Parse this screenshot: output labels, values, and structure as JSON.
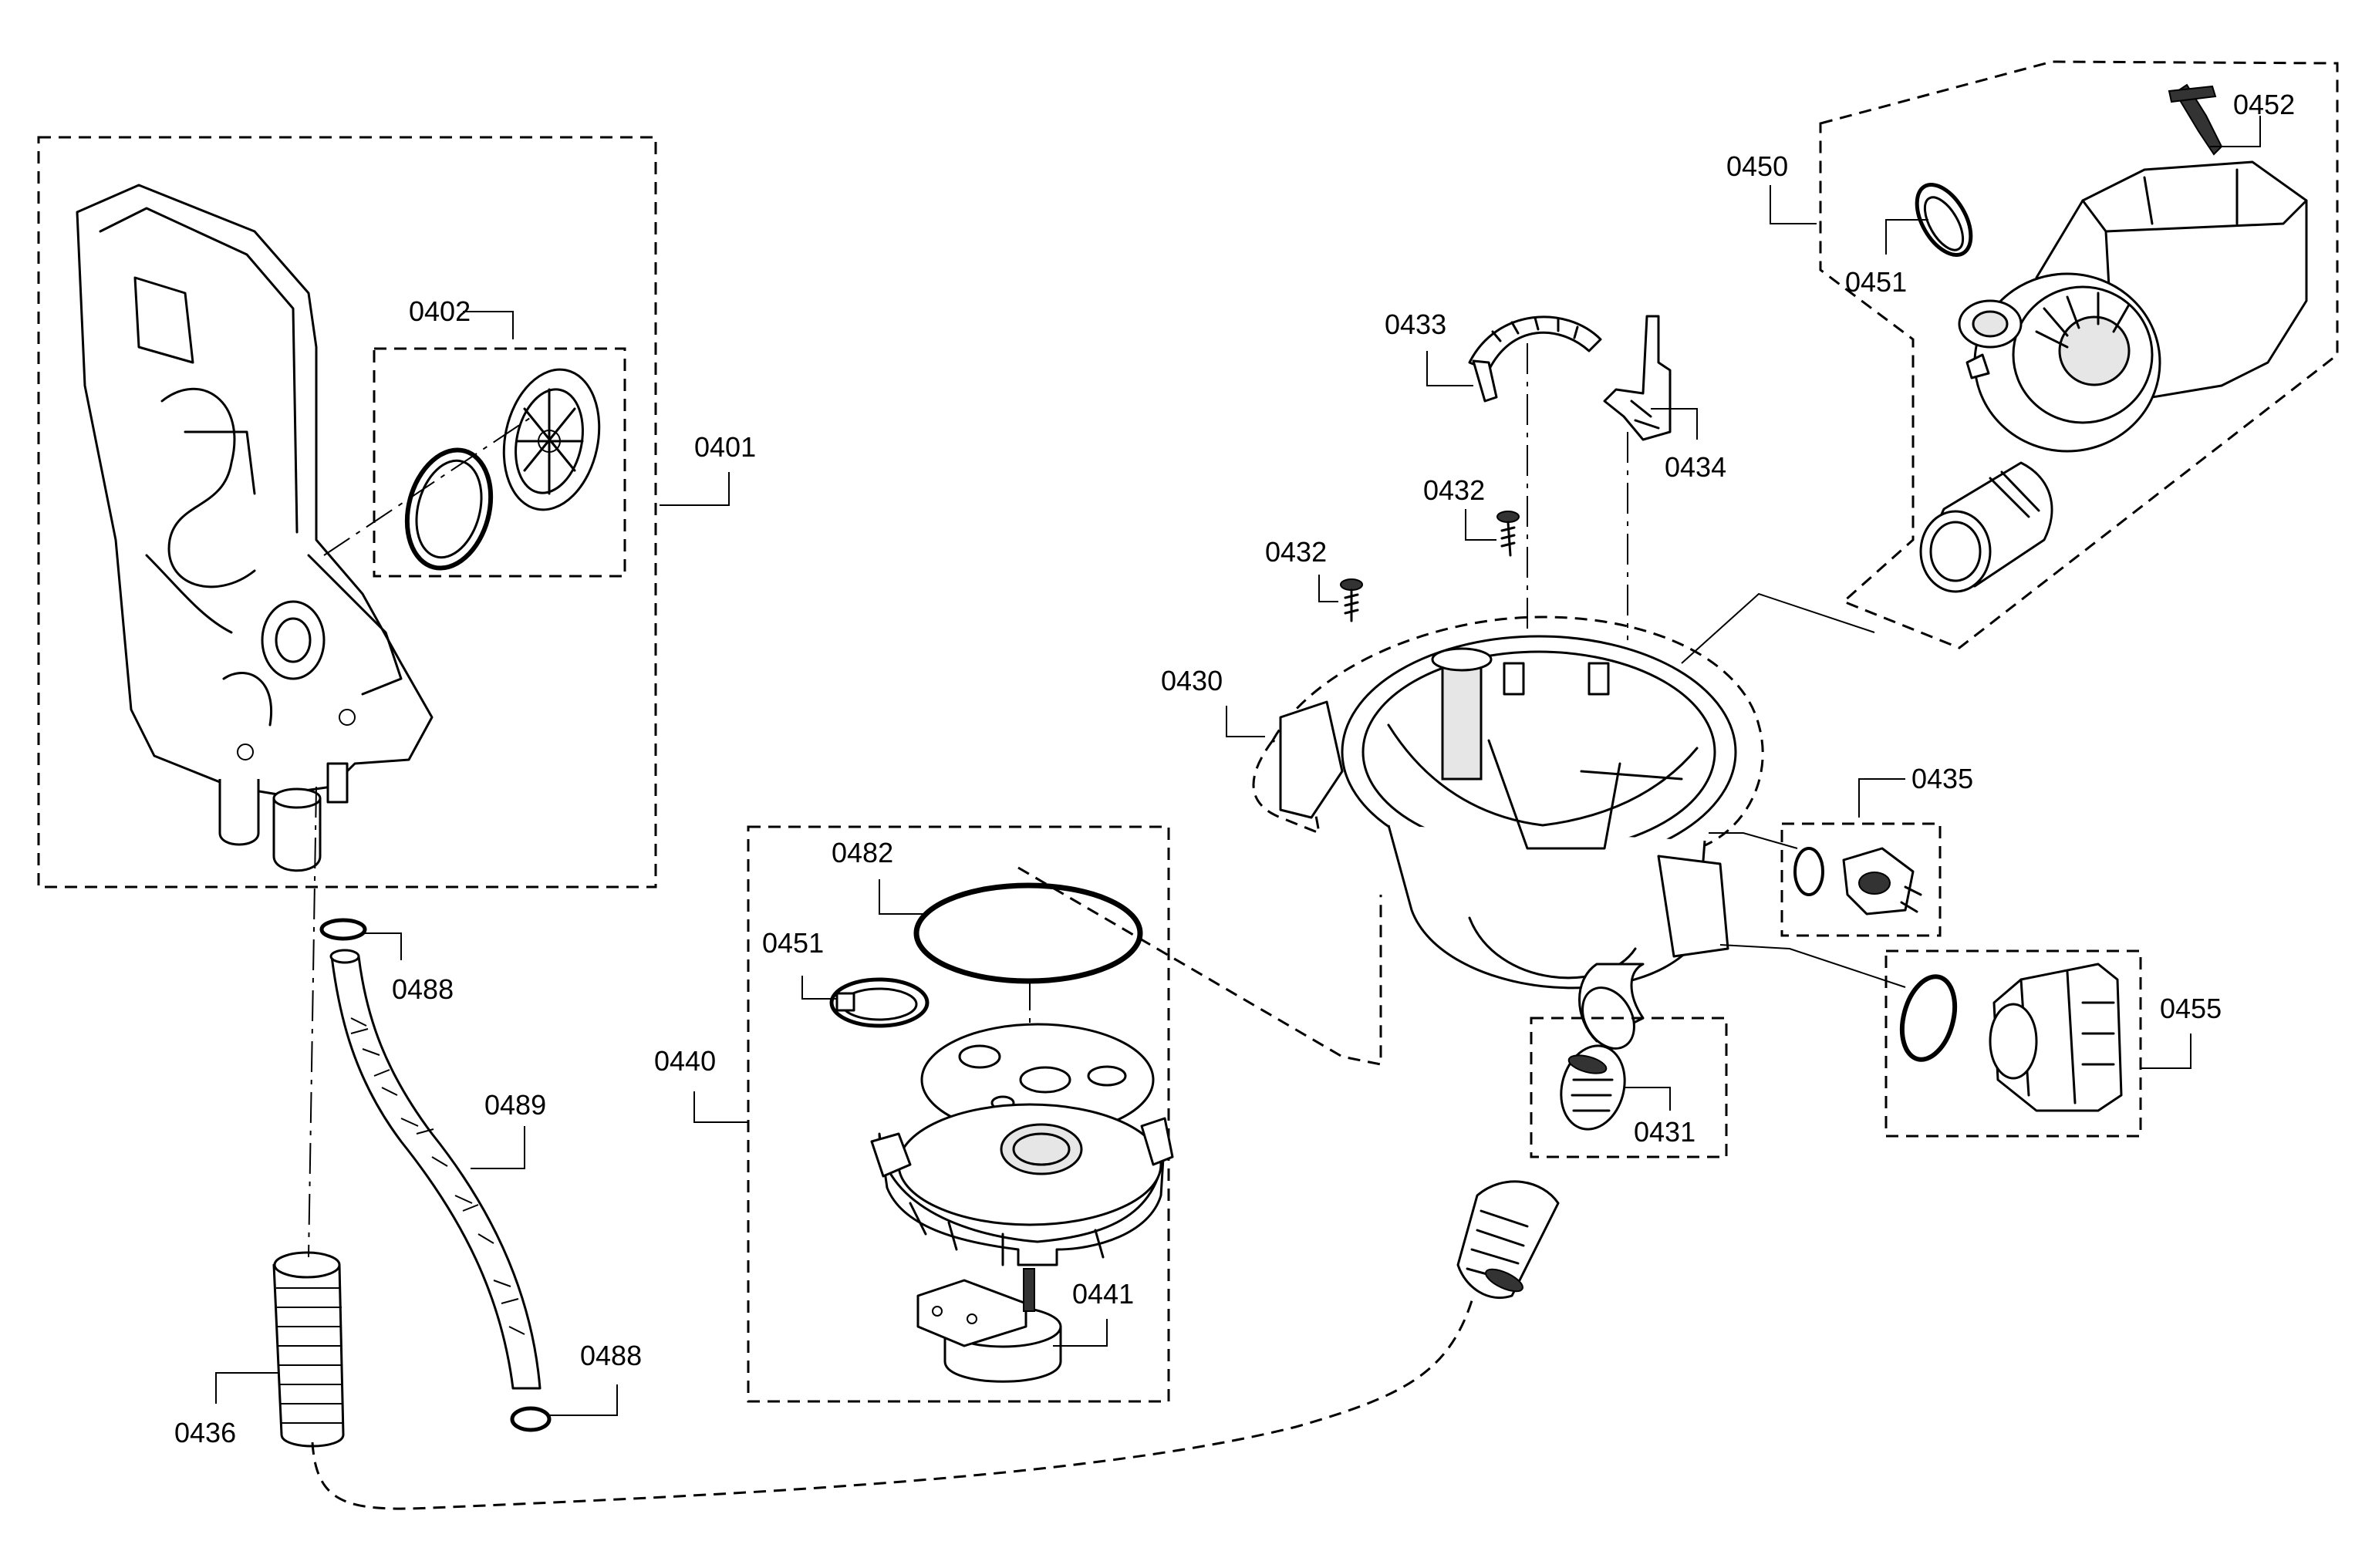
{
  "labels": {
    "p0401": "0401",
    "p0402": "0402",
    "p0488a": "0488",
    "p0488b": "0488",
    "p0489": "0489",
    "p0436": "0436",
    "p0440": "0440",
    "p0482": "0482",
    "p0451a": "0451",
    "p0441": "0441",
    "p0430": "0430",
    "p0432a": "0432",
    "p0432b": "0432",
    "p0433": "0433",
    "p0434": "0434",
    "p0431": "0431",
    "p0435": "0435",
    "p0455": "0455",
    "p0450": "0450",
    "p0451b": "0451",
    "p0452": "0452"
  },
  "colors": {
    "line": "#000000",
    "background": "#ffffff"
  }
}
